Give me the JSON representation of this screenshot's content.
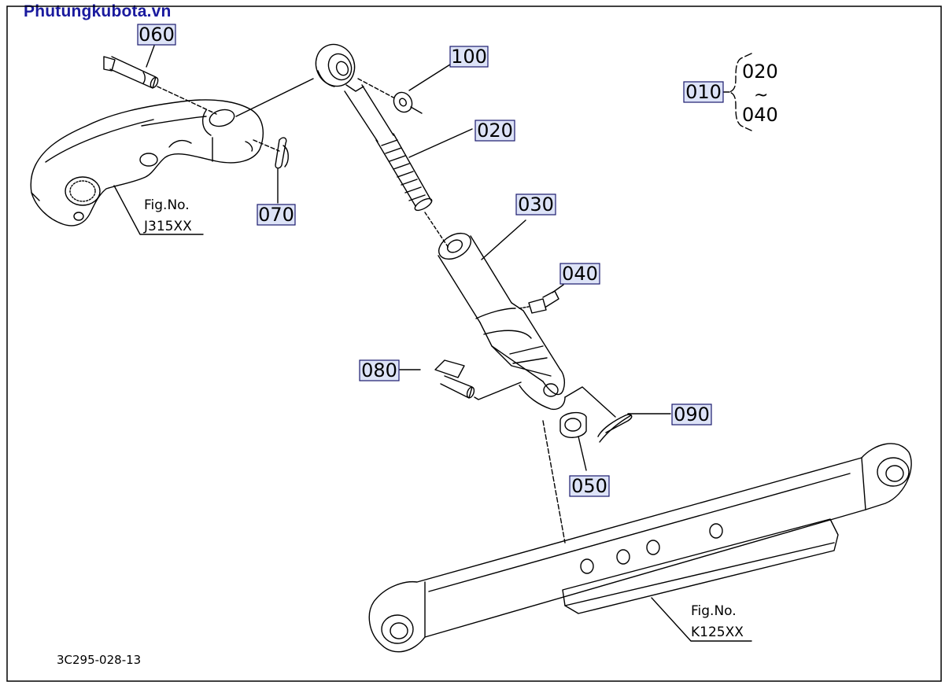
{
  "site": {
    "title": "Phutungkubota.vn"
  },
  "parts": [
    {
      "id": "p060",
      "label": "060"
    },
    {
      "id": "p100",
      "label": "100"
    },
    {
      "id": "p020",
      "label": "020"
    },
    {
      "id": "p010",
      "label": "010"
    },
    {
      "id": "p070",
      "label": "070"
    },
    {
      "id": "p030",
      "label": "030"
    },
    {
      "id": "p040",
      "label": "040"
    },
    {
      "id": "p080",
      "label": "080"
    },
    {
      "id": "p090",
      "label": "090"
    },
    {
      "id": "p050",
      "label": "050"
    }
  ],
  "range": {
    "from": "020",
    "tilde": "~",
    "to": "040"
  },
  "refs": {
    "upper": {
      "prefix": "Fig.No.",
      "code": "J315XX"
    },
    "lower": {
      "prefix": "Fig.No.",
      "code": "K125XX"
    }
  },
  "drawing_code": "3C295-028-13"
}
